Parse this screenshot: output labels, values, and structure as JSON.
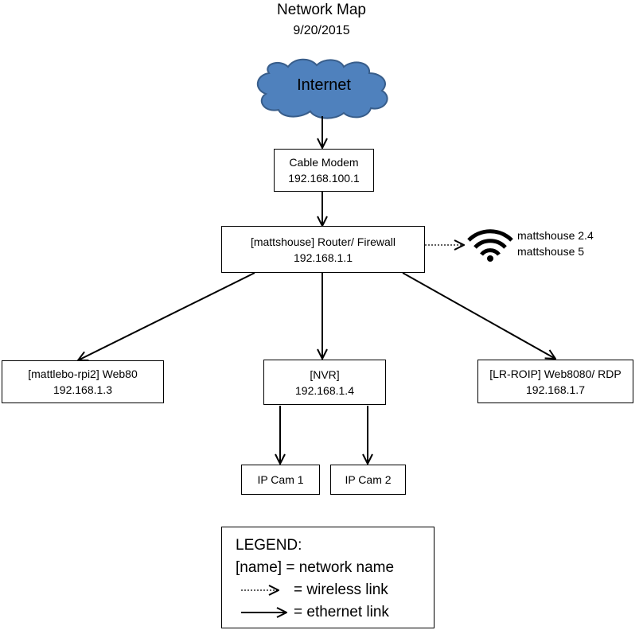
{
  "title": "Network Map",
  "date": "9/20/2015",
  "internet": "Internet",
  "modem": {
    "name": "Cable Modem",
    "ip": "192.168.100.1"
  },
  "router": {
    "name": "[mattshouse] Router/ Firewall",
    "ip": "192.168.1.1"
  },
  "wireless": {
    "ssid1": "mattshouse 2.4",
    "ssid2": "mattshouse 5"
  },
  "rpi": {
    "name": "[mattlebo-rpi2] Web80",
    "ip": "192.168.1.3"
  },
  "nvr": {
    "name": "[NVR]",
    "ip": "192.168.1.4"
  },
  "roip": {
    "name": "[LR-ROIP] Web8080/ RDP",
    "ip": "192.168.1.7"
  },
  "cam1": "IP Cam 1",
  "cam2": "IP Cam 2",
  "legend": {
    "heading": "LEGEND:",
    "name_row": "[name] = network name",
    "wireless_row": "= wireless link",
    "ethernet_row": "= ethernet link"
  }
}
